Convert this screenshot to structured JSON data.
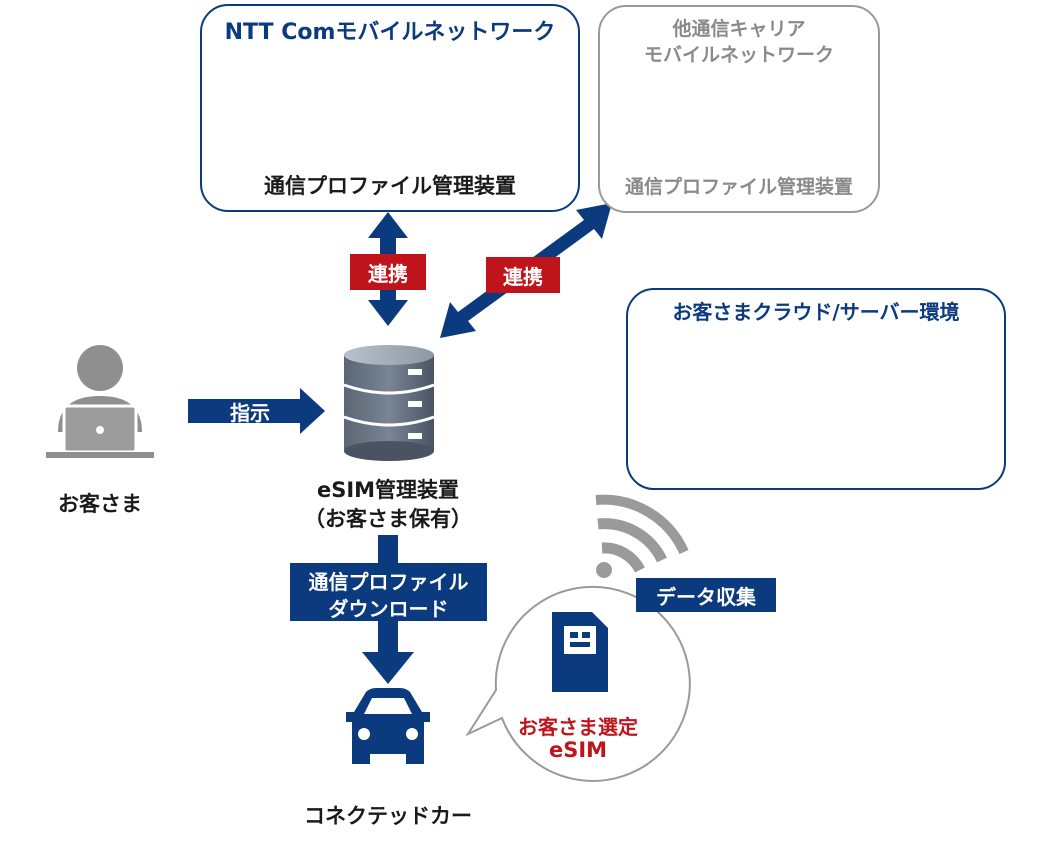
{
  "ntt_box": {
    "title": "NTT Comモバイルネットワーク",
    "device_label": "通信プロファイル管理装置"
  },
  "other_box": {
    "title_line1": "他通信キャリア",
    "title_line2": "モバイルネットワーク",
    "device_label": "通信プロファイル管理装置"
  },
  "cloud_box": {
    "title": "お客さまクラウド/サーバー環境"
  },
  "labels": {
    "link_left": "連携",
    "link_right": "連携",
    "instruct": "指示",
    "download_line1": "通信プロファイル",
    "download_line2": "ダウンロード",
    "data_collect": "データ収集"
  },
  "customer": {
    "label": "お客さま"
  },
  "esim_device": {
    "line1": "eSIM管理装置",
    "line2": "（お客さま保有）"
  },
  "car": {
    "label": "コネクテッドカー"
  },
  "bubble": {
    "line1": "お客さま選定",
    "line2": "eSIM"
  },
  "colors": {
    "navy": "#0b3a7e",
    "red": "#c0141c",
    "grey": "#9a9a9a",
    "db_grey": "#4f5a68"
  },
  "icons": [
    "database-icon",
    "server-icon",
    "cloud-icon",
    "person-laptop-icon",
    "wifi-icon",
    "sim-card-icon",
    "car-icon"
  ]
}
